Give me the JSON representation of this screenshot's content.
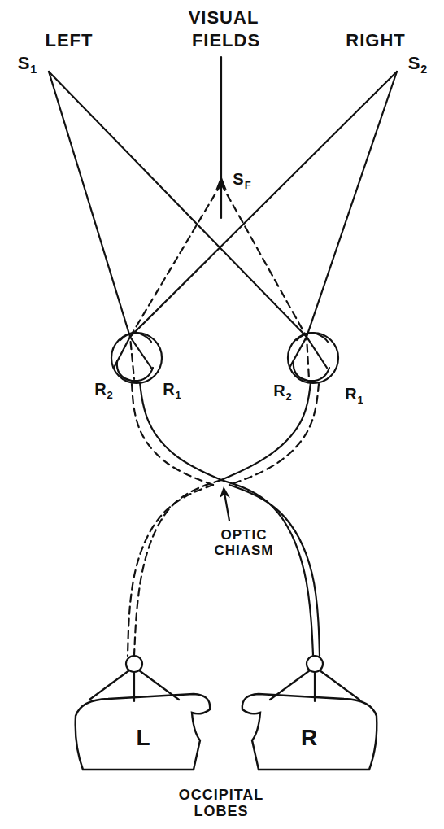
{
  "diagram": {
    "nodes": [
      {
        "text": [
          "L"
        ]
      },
      {
        "text": [
          "R"
        ]
      }
    ],
    "labels": [
      "VISUAL",
      "LEFT",
      "FIELDS",
      "RIGHT",
      "S1",
      "SF",
      "S2",
      "R2",
      "R1",
      "R2",
      "R1",
      "OPTIC CHIASM",
      "OCCIPITAL LOBES"
    ]
  }
}
